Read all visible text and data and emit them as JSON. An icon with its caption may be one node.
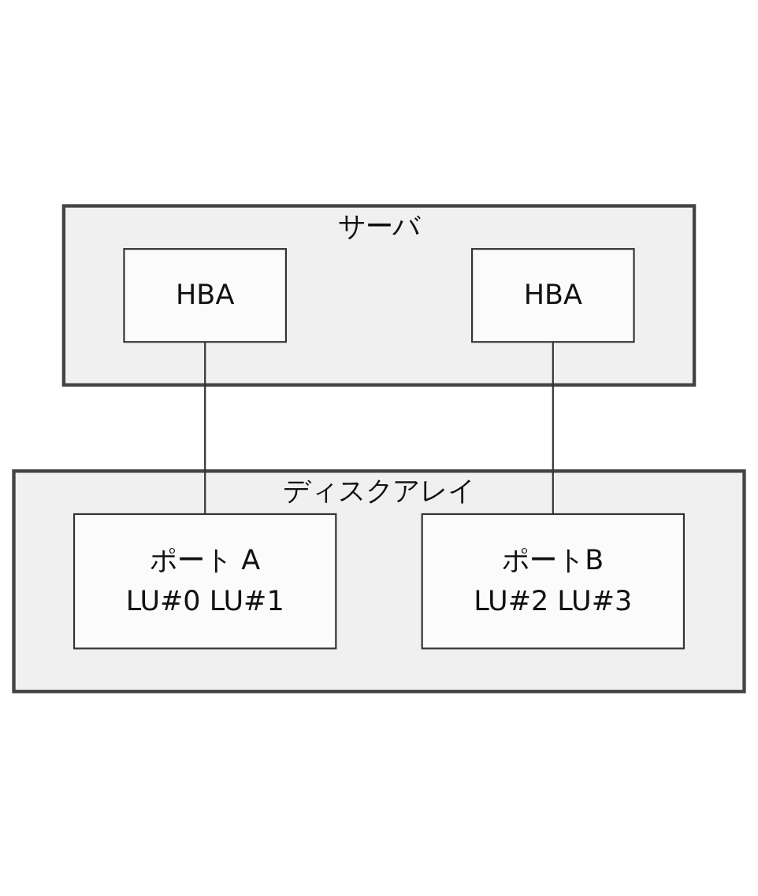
{
  "diagram": {
    "nodes": [
      {
        "text": [
          "サーバ"
        ]
      },
      {
        "text": [
          "HBA"
        ],
        "in": 0
      },
      {
        "text": [
          "HBA"
        ],
        "in": 0
      },
      {
        "text": [
          "ディスクアレイ"
        ]
      },
      {
        "text": [
          "ポート A",
          "LU#0 LU#1"
        ],
        "in": 3
      },
      {
        "text": [
          "ポートB",
          "LU#2 LU#3"
        ],
        "in": 3
      }
    ],
    "edges": [
      {
        "from": 1,
        "to": 4,
        "arrow": "none"
      },
      {
        "from": 2,
        "to": 5,
        "arrow": "none"
      }
    ]
  }
}
